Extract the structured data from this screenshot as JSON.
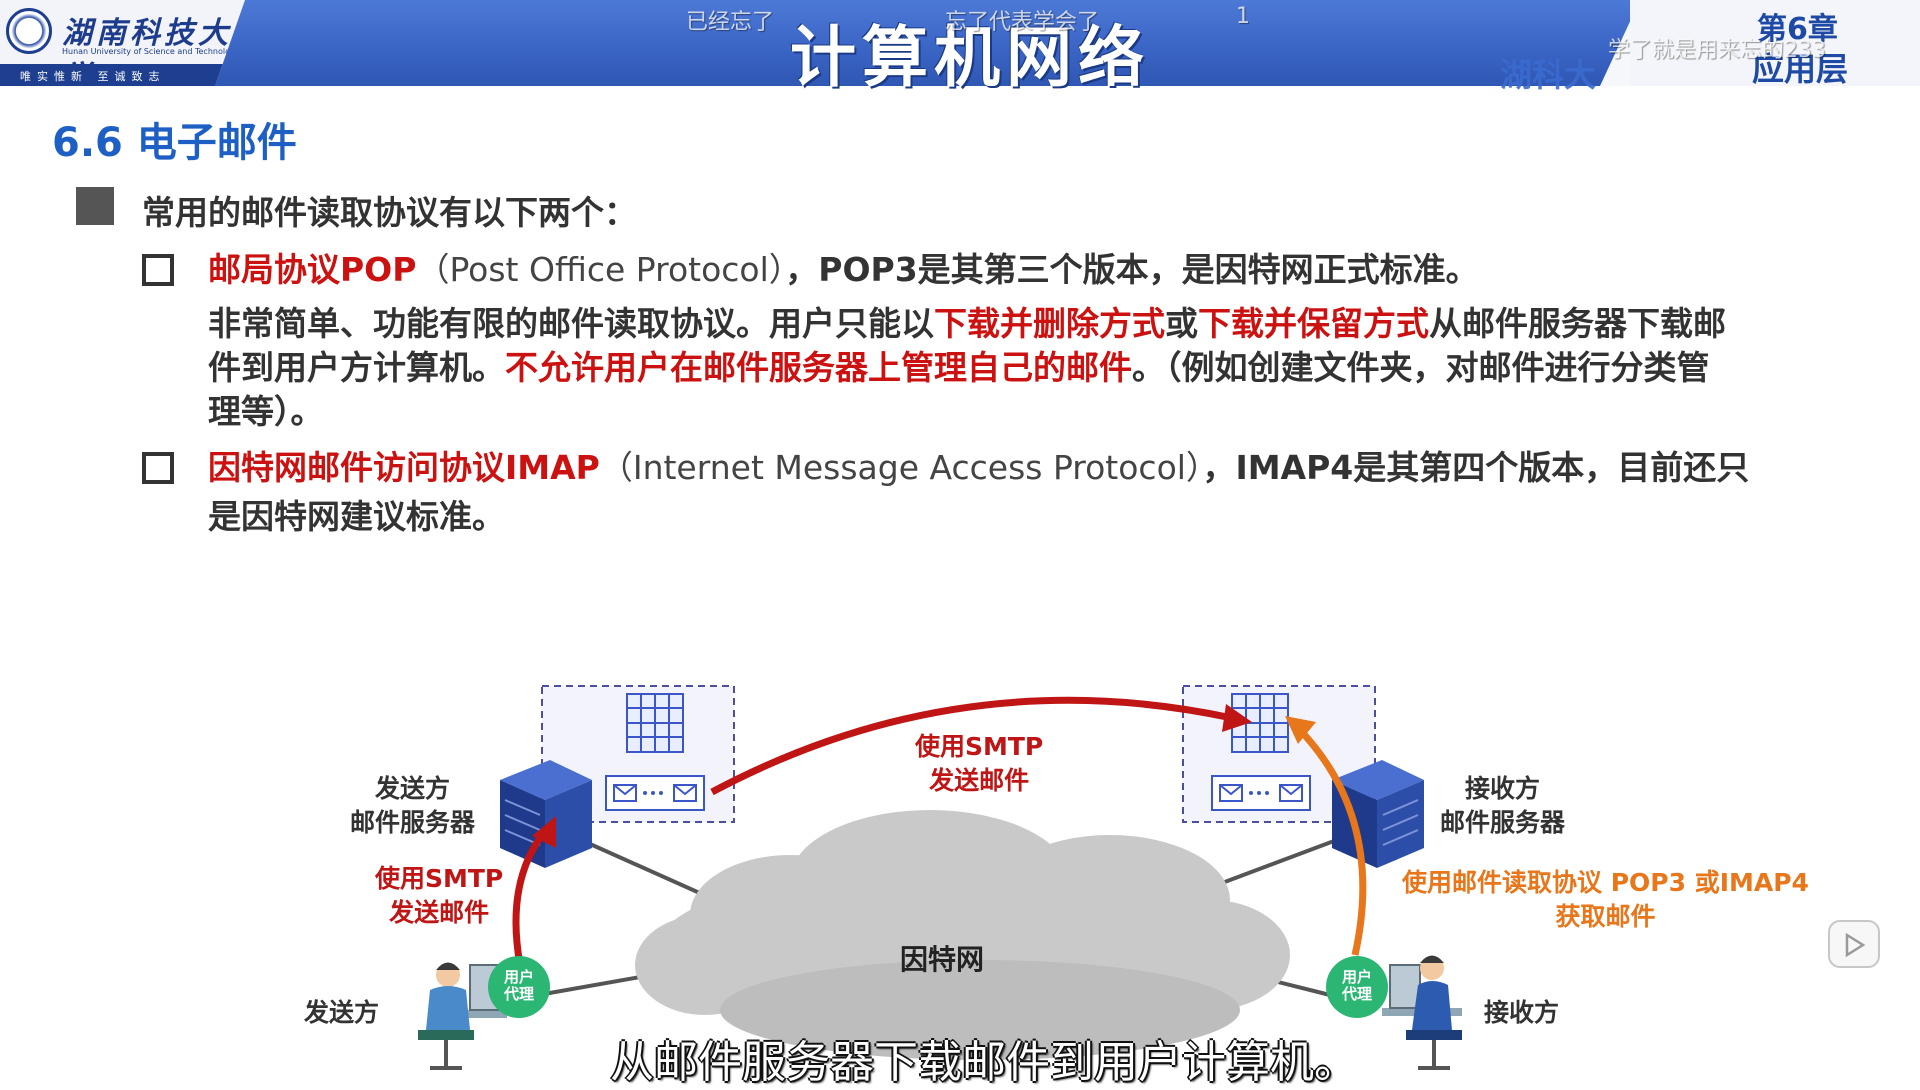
{
  "header": {
    "logo_cn": "湖南科技大学",
    "logo_en": "Hunan University of Science and Technology",
    "logo_motto": "唯实惟新 至诚致志",
    "course_title": "计算机网络",
    "chapter_label": "第6章",
    "chapter_name": "应用层",
    "school_abbr": "湖科大",
    "danmaku": [
      "已经忘了",
      "忘了代表学会了",
      "1",
      "学了就是用来忘的233"
    ]
  },
  "section": {
    "title": "6.6 电子邮件",
    "main_point": "常用的邮件读取协议有以下两个："
  },
  "pop": {
    "name": "邮局协议POP",
    "full": "（Post Office Protocol）",
    "rest": "，POP3是其第三个版本，是因特网正式标准。",
    "line1_a": "非常简单、功能有限的邮件读取协议。用户只能以",
    "line1_red1": "下载并删除方式",
    "line1_or": "或",
    "line1_red2": "下载并保留方式",
    "line1_b": "从邮件服务器下载邮",
    "line2_a": "件到用户方计算机。",
    "line2_red": "不允许用户在邮件服务器上管理自己的邮件",
    "line2_b": "。（例如创建文件夹，对邮件进行分类管",
    "line3": "理等）。"
  },
  "imap": {
    "name": "因特网邮件访问协议IMAP",
    "full": "（Internet Message Access Protocol）",
    "rest": "，IMAP4是其第四个版本，目前还只",
    "line2": "是因特网建议标准。"
  },
  "diagram": {
    "sender_server": [
      "发送方",
      "邮件服务器"
    ],
    "receiver_server": [
      "接收方",
      "邮件服务器"
    ],
    "smtp_top": [
      "使用SMTP",
      "发送邮件"
    ],
    "smtp_left": [
      "使用SMTP",
      "发送邮件"
    ],
    "read_protocol": [
      "使用邮件读取协议 POP3 或IMAP4",
      "获取邮件"
    ],
    "internet": "因特网",
    "user_agent": [
      "用户",
      "代理"
    ],
    "sender": "发送方",
    "receiver": "接收方",
    "colors": {
      "red": "#c01515",
      "orange": "#e8761a",
      "agent": "#2bb673",
      "server": "#2b4aa0"
    }
  },
  "subtitle": "从邮件服务器下载邮件到用户计算机。"
}
